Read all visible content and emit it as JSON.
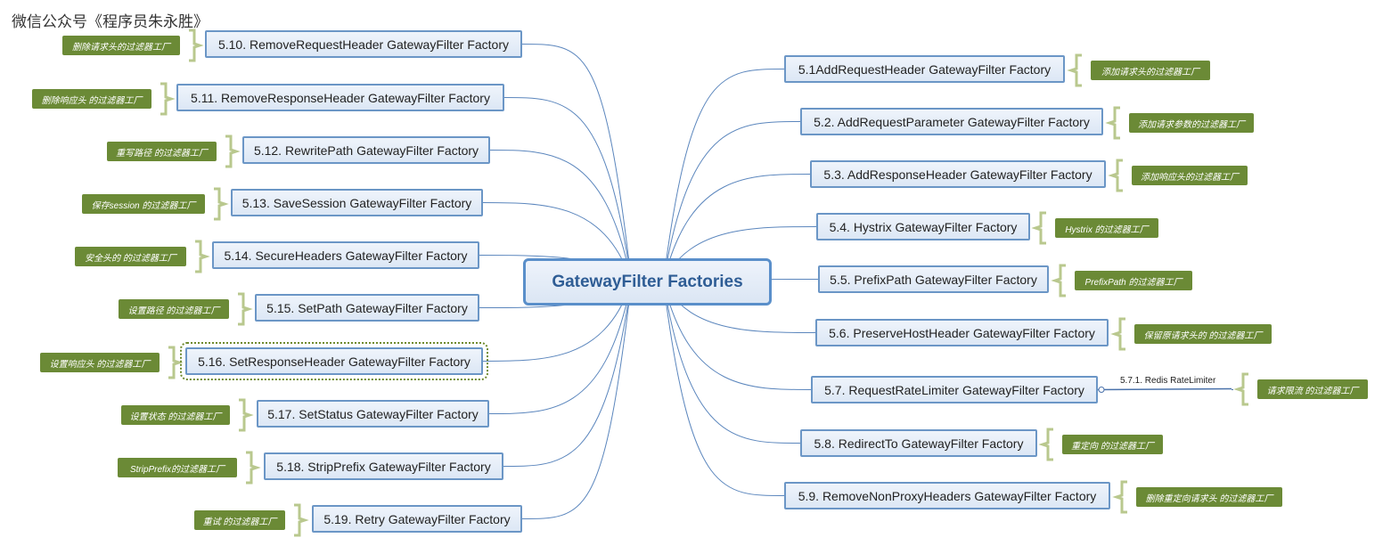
{
  "watermark": "微信公众号《程序员朱永胜》",
  "center": "GatewayFilter Factories",
  "right": [
    {
      "label": "5.1AddRequestHeader GatewayFilter Factory",
      "note": "添加请求头的过滤器工厂"
    },
    {
      "label": "5.2. AddRequestParameter GatewayFilter Factory",
      "note": "添加请求参数的过滤器工厂"
    },
    {
      "label": "5.3. AddResponseHeader GatewayFilter Factory",
      "note": "添加响应头的过滤器工厂"
    },
    {
      "label": "5.4. Hystrix GatewayFilter Factory",
      "note": "Hystrix 的过滤器工厂"
    },
    {
      "label": "5.5. PrefixPath GatewayFilter Factory",
      "note": "PrefixPath 的过滤器工厂"
    },
    {
      "label": "5.6. PreserveHostHeader GatewayFilter Factory",
      "note": "保留原请求头的 的过滤器工厂"
    },
    {
      "label": "5.7. RequestRateLimiter GatewayFilter Factory",
      "note": "请求限流 的过滤器工厂",
      "sub": "5.7.1. Redis RateLimiter"
    },
    {
      "label": "5.8. RedirectTo GatewayFilter Factory",
      "note": "重定向 的过滤器工厂"
    },
    {
      "label": "5.9. RemoveNonProxyHeaders GatewayFilter Factory",
      "note": "删除重定向请求头 的过滤器工厂"
    }
  ],
  "left": [
    {
      "label": "5.10. RemoveRequestHeader GatewayFilter Factory",
      "note": "删除请求头的过滤器工厂"
    },
    {
      "label": "5.11. RemoveResponseHeader GatewayFilter Factory",
      "note": "删除响应头 的过滤器工厂"
    },
    {
      "label": "5.12. RewritePath GatewayFilter Factory",
      "note": "重写路径 的过滤器工厂"
    },
    {
      "label": "5.13. SaveSession GatewayFilter Factory",
      "note": "保存session 的过滤器工厂"
    },
    {
      "label": "5.14. SecureHeaders GatewayFilter Factory",
      "note": "安全头的 的过滤器工厂"
    },
    {
      "label": "5.15. SetPath GatewayFilter Factory",
      "note": "设置路径 的过滤器工厂"
    },
    {
      "label": "5.16. SetResponseHeader GatewayFilter Factory",
      "note": "设置响应头 的过滤器工厂"
    },
    {
      "label": "5.17. SetStatus GatewayFilter Factory",
      "note": "设置状态 的过滤器工厂"
    },
    {
      "label": "5.18. StripPrefix GatewayFilter Factory",
      "note": "StripPrefix的过滤器工厂"
    },
    {
      "label": "5.19. Retry GatewayFilter Factory",
      "note": "重试 的过滤器工厂"
    }
  ]
}
